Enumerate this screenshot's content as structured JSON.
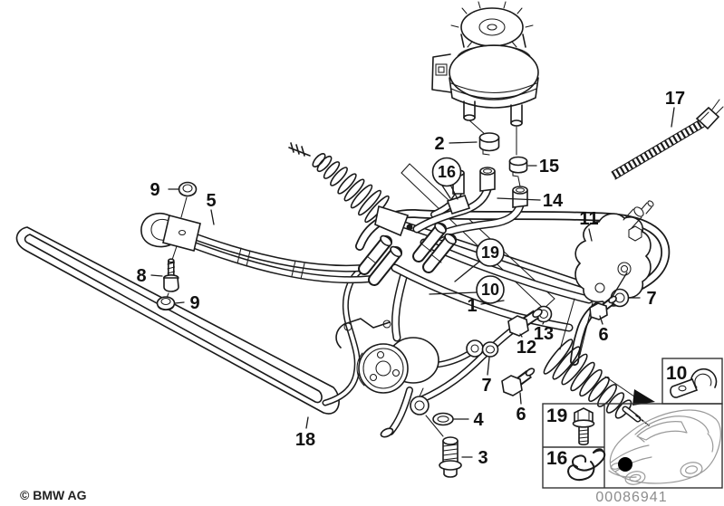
{
  "page": {
    "background": "#ffffff"
  },
  "colors": {
    "line": "#1a1a1a",
    "label": "#111111",
    "car_line": "#9a9a9a",
    "marker": "#000000",
    "doc_number": "#8c8c8c"
  },
  "footer": {
    "copyright": "© BMW AG",
    "drawing_number": "00086941"
  },
  "callouts": {
    "plain": [
      {
        "label": "9"
      },
      {
        "label": "5"
      },
      {
        "label": "8"
      },
      {
        "label": "9"
      },
      {
        "label": "2"
      },
      {
        "label": "15"
      },
      {
        "label": "14"
      },
      {
        "label": "17"
      },
      {
        "label": "11"
      },
      {
        "label": "1"
      },
      {
        "label": "7"
      },
      {
        "label": "6"
      },
      {
        "label": "13"
      },
      {
        "label": "12"
      },
      {
        "label": "7"
      },
      {
        "label": "6"
      },
      {
        "label": "4"
      },
      {
        "label": "3"
      },
      {
        "label": "18"
      }
    ],
    "circled": [
      {
        "label": "16"
      },
      {
        "label": "19"
      },
      {
        "label": "10"
      }
    ]
  },
  "insets": {
    "clamp_box_label": "10",
    "legend_rows": [
      {
        "label": "19",
        "icon": "hex-bolt-icon"
      },
      {
        "label": "16",
        "icon": "spring-clip-icon"
      }
    ],
    "car_thumbnail": {
      "marker": "front-left-area"
    }
  }
}
